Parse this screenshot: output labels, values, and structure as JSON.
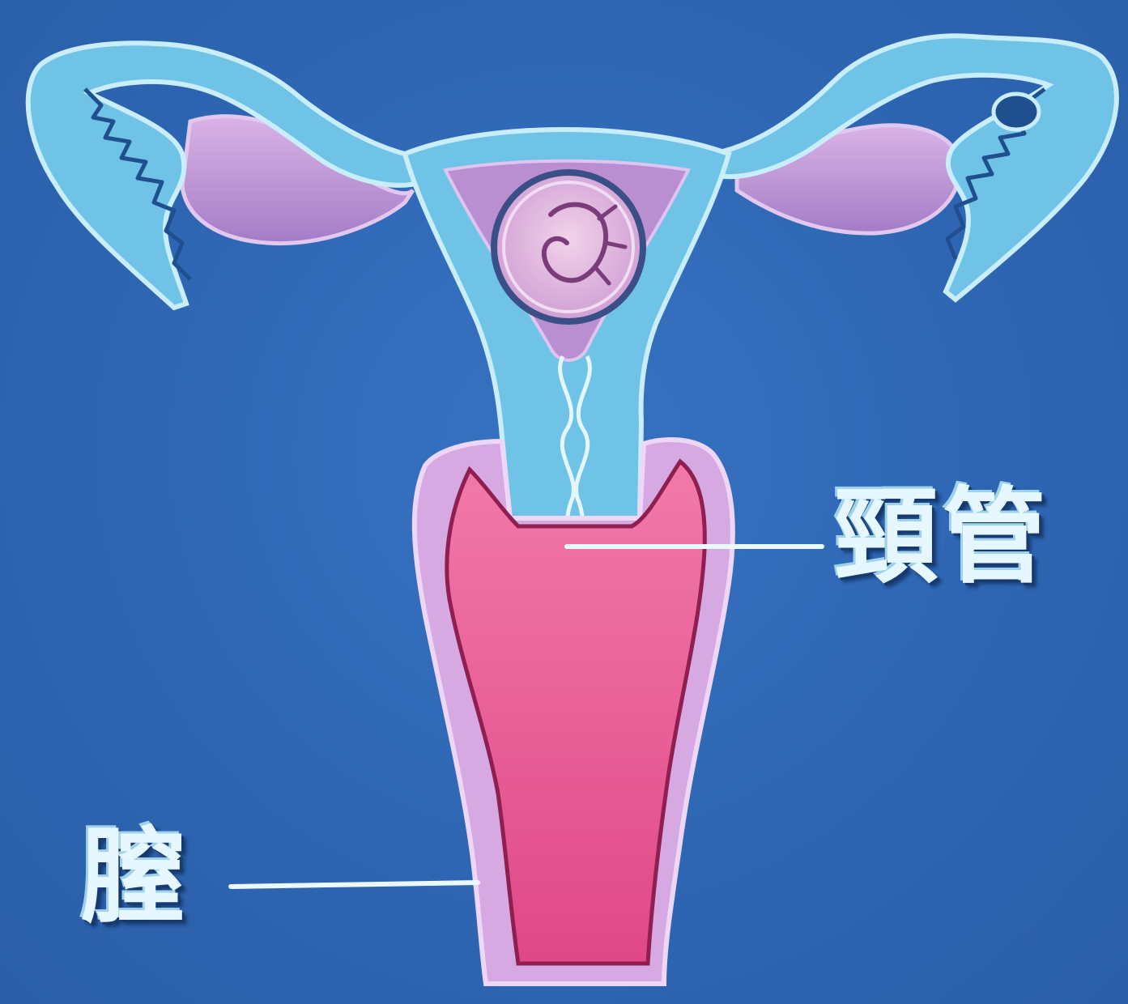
{
  "labels": {
    "cervical_canal": "頸管",
    "vagina": "膣"
  },
  "colors": {
    "background": "#2f67b4",
    "tissue_blue": "#6fc3e6",
    "tissue_outline": "#bfe9f7",
    "ovary_lavender": "#c7a0d8",
    "vaginal_pink": "#ee5e95",
    "label_text": "#e6f7ff"
  },
  "icons": {
    "embryo": "embryo-in-gestational-sac"
  }
}
